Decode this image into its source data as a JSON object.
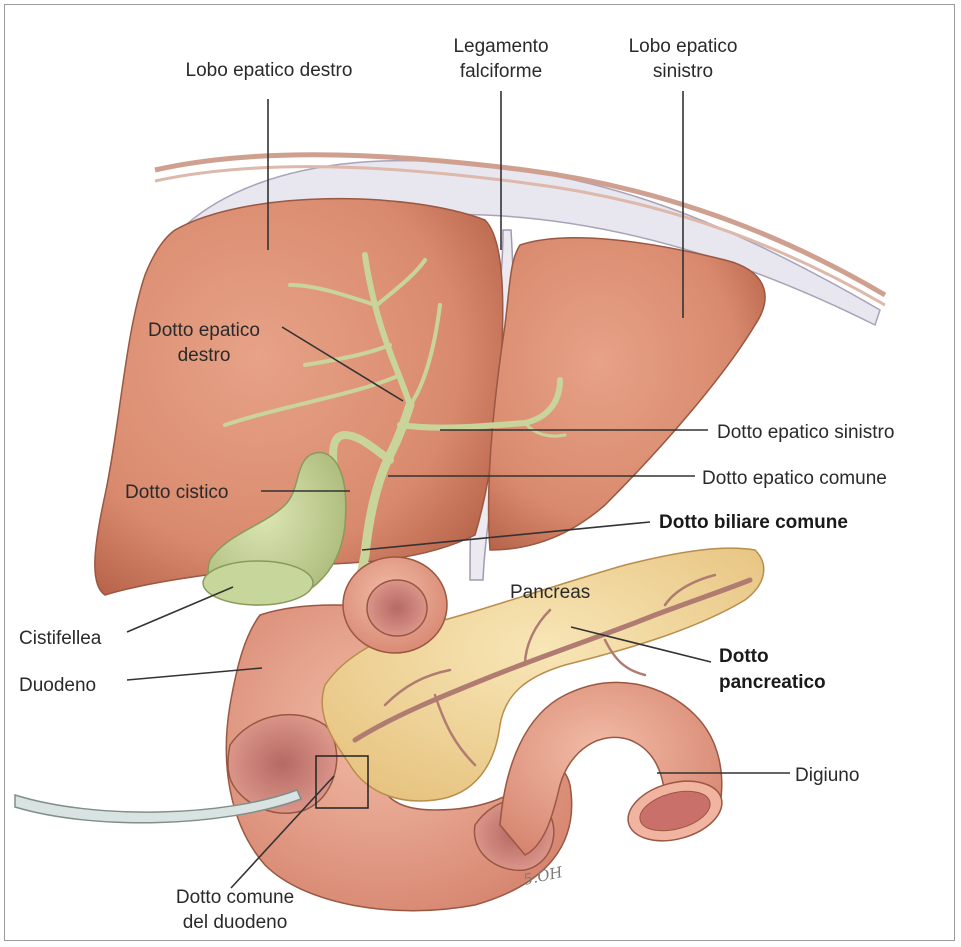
{
  "labels": {
    "lobo_destro": "Lobo epatico destro",
    "legamento_1": "Legamento",
    "legamento_2": "falciforme",
    "lobo_sinistro_1": "Lobo epatico",
    "lobo_sinistro_2": "sinistro",
    "dotto_epatico_destro_1": "Dotto epatico",
    "dotto_epatico_destro_2": "destro",
    "dotto_epatico_sinistro": "Dotto epatico sinistro",
    "dotto_cistico": "Dotto cistico",
    "dotto_epatico_comune": "Dotto epatico comune",
    "dotto_biliare_comune": "Dotto biliare comune",
    "pancreas": "Pancreas",
    "cistifellea": "Cistifellea",
    "dotto_pancreatico_1": "Dotto",
    "dotto_pancreatico_2": "pancreatico",
    "duodeno": "Duodeno",
    "digiuno": "Digiuno",
    "dotto_comune_duodeno_1": "Dotto comune",
    "dotto_comune_duodeno_2": "del duodeno"
  },
  "artist_signature": "5.OH",
  "colors": {
    "liver": "#d98a6e",
    "liver_shadow": "#b8654c",
    "gallbladder": "#b9c98a",
    "bile_duct": "#c9d49a",
    "pancreas": "#f2d79a",
    "duodenum": "#e7a08a",
    "diaphragm": "#e8e6ee",
    "leader_line": "#333333"
  }
}
